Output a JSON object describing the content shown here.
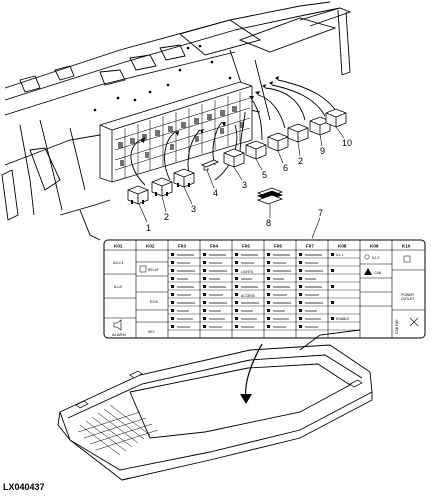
{
  "figure_id": "LX040437",
  "callouts": [
    "1",
    "2",
    "3",
    "4",
    "3",
    "5",
    "6",
    "2",
    "9",
    "10",
    "7",
    "8"
  ],
  "label_columns": [
    "K01",
    "K02",
    "F03",
    "F04",
    "F05",
    "F06",
    "F07",
    "K08",
    "K09",
    "K10"
  ],
  "label_texts": {
    "k01": [
      "ACC1",
      "ILLK",
      "ALARM"
    ],
    "k02": [
      "RELAY",
      "ECK",
      "KEY"
    ],
    "k08": [
      "ILL 1",
      "ENABLE"
    ],
    "k09": [
      "ILL 2",
      "CAN"
    ],
    "k10": [
      "POWER",
      "OUTLET",
      "CAB FAN"
    ],
    "f05": [
      "LIGHTS",
      "ACCESS"
    ]
  },
  "colors": {
    "ink": "#000000",
    "paper": "#ffffff",
    "shade": "#cfcfcf"
  }
}
